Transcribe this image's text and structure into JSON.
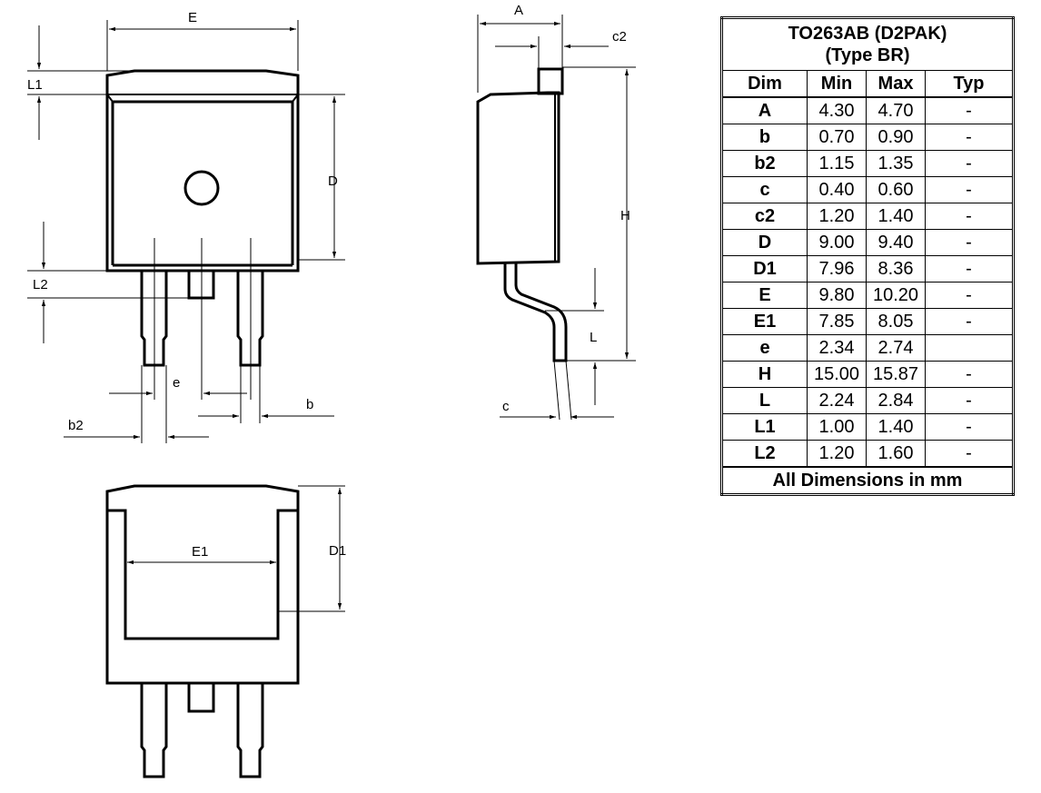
{
  "package": {
    "title_line1": "TO263AB (D2PAK)",
    "title_line2": "(Type BR)"
  },
  "table": {
    "headers": [
      "Dim",
      "Min",
      "Max",
      "Typ"
    ],
    "rows": [
      {
        "dim": "A",
        "min": "4.30",
        "max": "4.70",
        "typ": "-"
      },
      {
        "dim": "b",
        "min": "0.70",
        "max": "0.90",
        "typ": "-"
      },
      {
        "dim": "b2",
        "min": "1.15",
        "max": "1.35",
        "typ": "-"
      },
      {
        "dim": "c",
        "min": "0.40",
        "max": "0.60",
        "typ": "-"
      },
      {
        "dim": "c2",
        "min": "1.20",
        "max": "1.40",
        "typ": "-"
      },
      {
        "dim": "D",
        "min": "9.00",
        "max": "9.40",
        "typ": "-"
      },
      {
        "dim": "D1",
        "min": "7.96",
        "max": "8.36",
        "typ": "-"
      },
      {
        "dim": "E",
        "min": "9.80",
        "max": "10.20",
        "typ": "-"
      },
      {
        "dim": "E1",
        "min": "7.85",
        "max": "8.05",
        "typ": "-"
      },
      {
        "dim": "e",
        "min": "2.34",
        "max": "2.74",
        "typ": ""
      },
      {
        "dim": "H",
        "min": "15.00",
        "max": "15.87",
        "typ": "-"
      },
      {
        "dim": "L",
        "min": "2.24",
        "max": "2.84",
        "typ": "-"
      },
      {
        "dim": "L1",
        "min": "1.00",
        "max": "1.40",
        "typ": "-"
      },
      {
        "dim": "L2",
        "min": "1.20",
        "max": "1.60",
        "typ": "-"
      }
    ],
    "footer": "All Dimensions in mm"
  },
  "drawing_labels": {
    "E": "E",
    "L1": "L1",
    "D": "D",
    "L2": "L2",
    "e": "e",
    "b": "b",
    "b2": "b2",
    "A": "A",
    "c2": "c2",
    "H": "H",
    "L": "L",
    "c": "c",
    "E1": "E1",
    "D1": "D1"
  }
}
